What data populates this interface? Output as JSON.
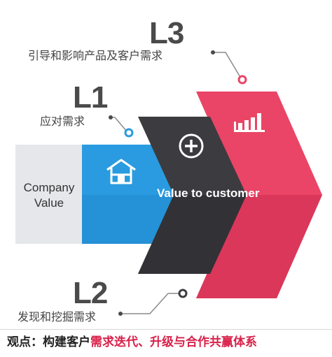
{
  "levels": [
    {
      "code": "L3",
      "description": "引导和影响产品及客户需求"
    },
    {
      "code": "L1",
      "description": "应对需求"
    },
    {
      "code": "L2",
      "description": "发现和挖掘需求"
    }
  ],
  "company_box": {
    "line1": "Company",
    "line2": "Value"
  },
  "arrow_label": "Value to customer",
  "footer": {
    "prefix": "观点：构建客户",
    "highlight": "需求迭代、升级与合作共赢体系"
  },
  "icons": [
    "house-icon",
    "plus-circle-icon",
    "bar-chart-icon"
  ],
  "colors": {
    "gray_box": "#e6e7ea",
    "blue": "#2a9be0",
    "dark": "#3c3b40",
    "pink": "#ea4566",
    "text_dark": "#4a4a4a",
    "highlight": "#d8214a"
  }
}
